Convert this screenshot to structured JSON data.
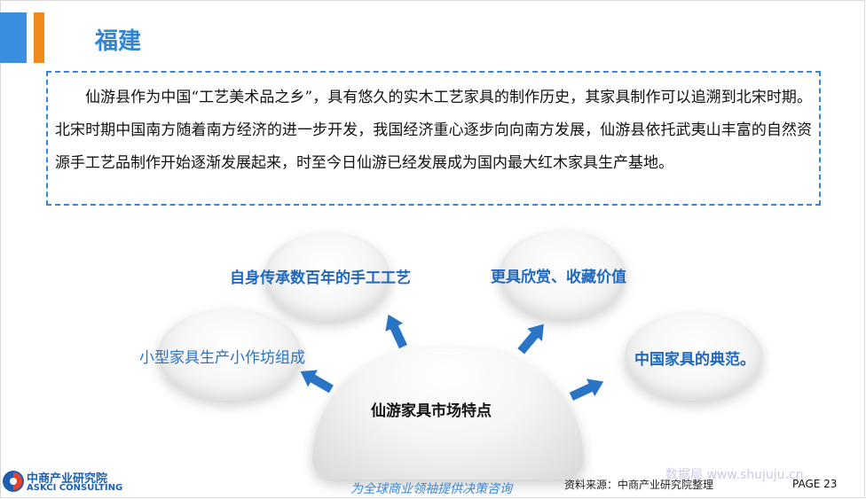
{
  "header": {
    "title": "福建"
  },
  "intro": {
    "text": "仙游县作为中国“工艺美术品之乡”，具有悠久的实木工艺家具的制作历史，其家具制作可以追溯到北宋时期。北宋时期中国南方随着南方经济的进一步开发，我国经济重心逐步向向南方发展，仙游县依托武夷山丰富的自然资源手工艺品制作开始逐渐发展起来，时至今日仙游已经发展成为国内最大红木家具生产基地。"
  },
  "diagram": {
    "center": "仙游家具市场特点",
    "features": [
      "小型家具生产小作坊组成",
      "自身传承数百年的手工工艺",
      "更具欣赏、收藏价值",
      "中国家具的典范。"
    ]
  },
  "colors": {
    "accent_blue": "#3a8fe0",
    "accent_orange": "#f08a1c",
    "label_blue": "#2a74c6"
  },
  "footer": {
    "logo_cn": "中商产业研究院",
    "logo_en": "ASKCI CONSULTING",
    "slogan": "为全球商业领袖提供决策咨询",
    "source": "资料来源：中商产业研究院整理",
    "watermark": "数据局 www.shujuju.cn",
    "page": "PAGE  23"
  }
}
